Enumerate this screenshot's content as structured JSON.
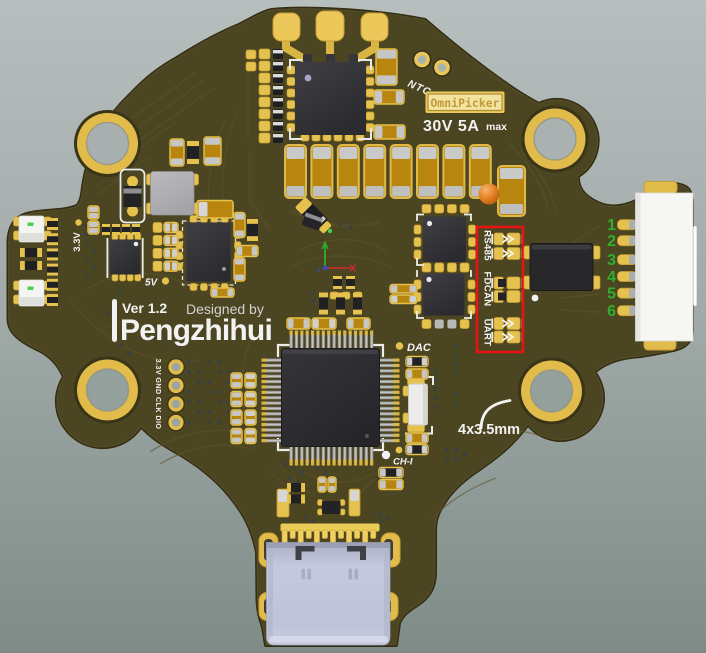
{
  "scene": {
    "type": "pcb-3d-render",
    "background_top": "#b7bebe",
    "background_bottom": "#7e8c87"
  },
  "board": {
    "face_color": "#4c4521",
    "gold_color": "#e5c14e",
    "silkscreen": {
      "version": "Ver 1.2",
      "designed_by": "Designed by",
      "designer": "Pengzhihui",
      "badge": "OmniPicker",
      "rating": "30V 5A",
      "rating_max": "max",
      "ntc": "NTC",
      "dac": "DAC",
      "ch_i": "CH-I",
      "v33": "3.3V",
      "v5": "5V",
      "swd_pins": "3.3V GND CLK DIO",
      "sel_rs485": "RS485",
      "sel_fdcan": "FDCAN",
      "sel_uart": "UART",
      "mount_note": "4x3.5mm"
    },
    "annotation": {
      "box_color": "#e81414"
    },
    "connector": {
      "pin_numbers": [
        "1",
        "2",
        "3",
        "4",
        "5",
        "6"
      ],
      "number_color": "#2fae2f"
    }
  }
}
